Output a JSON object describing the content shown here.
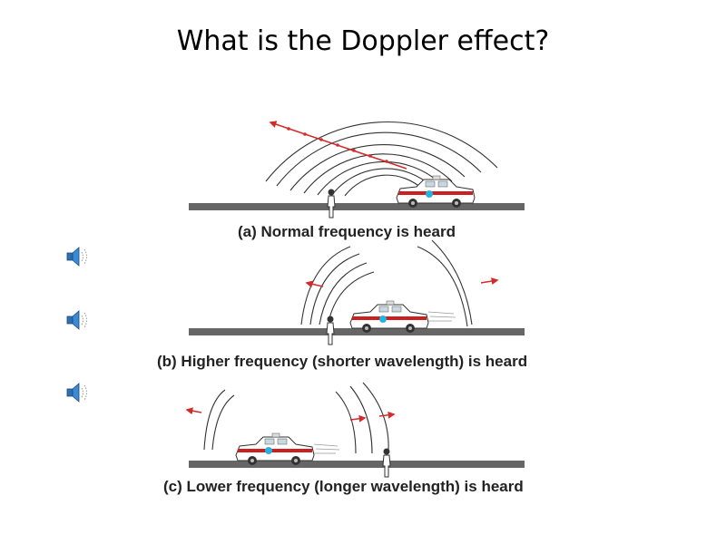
{
  "slide": {
    "title": "What is the Doppler effect?"
  },
  "panels": [
    {
      "id": "a",
      "caption": "(a) Normal frequency is heard"
    },
    {
      "id": "b",
      "caption": "(b) Higher frequency (shorter wavelength) is heard"
    },
    {
      "id": "c",
      "caption": "(c) Lower frequency (longer wavelength) is heard"
    }
  ],
  "audio_buttons": [
    {
      "icon": "speaker-icon"
    },
    {
      "icon": "speaker-icon"
    },
    {
      "icon": "speaker-icon"
    }
  ],
  "colors": {
    "wave": "#333333",
    "arrow": "#d42a2a",
    "car_stripe": "#cc2020",
    "road": "#555555",
    "light": "#27b3e0"
  }
}
